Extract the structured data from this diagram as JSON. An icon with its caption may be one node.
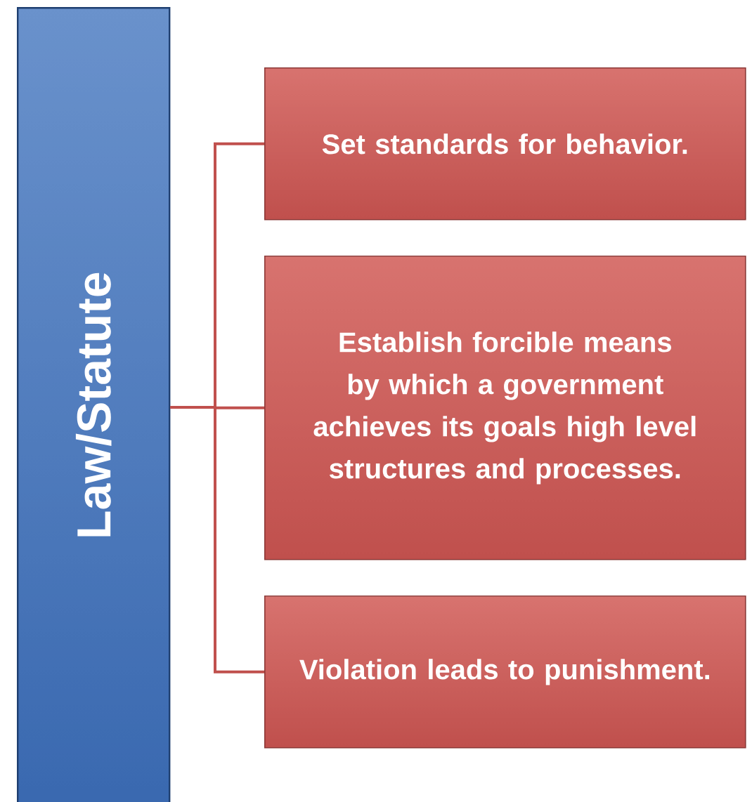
{
  "diagram": {
    "nodes": [
      {
        "text": [
          "Law/Statute"
        ]
      },
      {
        "text": [
          "Set standards for behavior."
        ]
      },
      {
        "text": [
          "Establish forcible means by which a government achieves its goals high level structures and processes."
        ]
      },
      {
        "text": [
          "Violation leads to punishment."
        ]
      }
    ],
    "edges": [
      {
        "from": 0,
        "to": 1,
        "arrow": "none"
      },
      {
        "from": 0,
        "to": 2,
        "arrow": "none"
      },
      {
        "from": 0,
        "to": 3,
        "arrow": "none"
      }
    ]
  }
}
